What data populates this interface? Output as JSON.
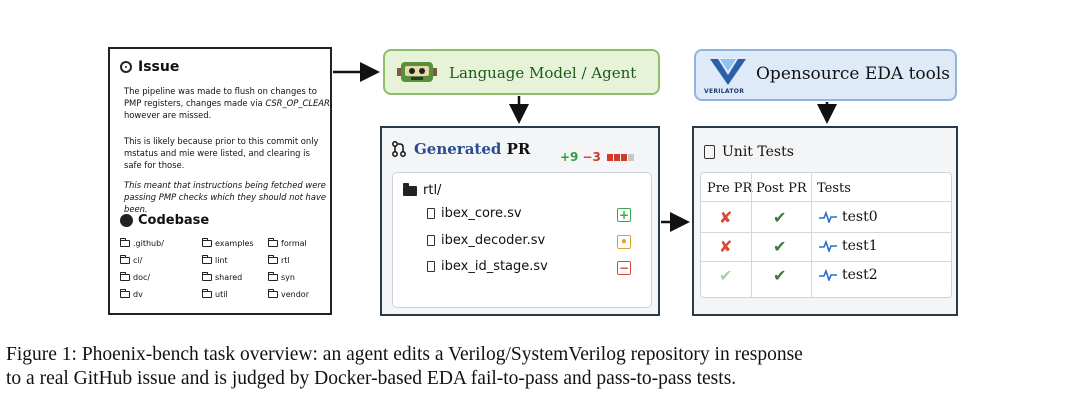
{
  "issue": {
    "title": "Issue",
    "para1_a": "The pipeline was made to flush on changes to PMP registers, changes made via ",
    "para1_em": "CSR_OP_CLEAR",
    "para1_b": " however are missed.",
    "para2": "This is likely because prior to this commit only mstatus and mie were listed, and clearing is safe for those.",
    "para3": "This meant that instructions being fetched were passing PMP checks which they should not have been.",
    "codebase_title": "Codebase",
    "dirs": [
      ".github/",
      "examples",
      "formal",
      "ci/",
      "lint",
      "rtl",
      "doc/",
      "shared",
      "syn",
      "dv",
      "util",
      "vendor"
    ]
  },
  "language_model": {
    "label": "Language Model / Agent"
  },
  "eda": {
    "label": "Opensource EDA tools",
    "logo_text": "VERILATOR"
  },
  "pr": {
    "title_generated": "Generated",
    "title_pr": "PR",
    "additions": "+9",
    "deletions": "−3",
    "folder": "rtl/",
    "files": [
      {
        "name": "ibex_core.sv",
        "status": "added",
        "symbol": "+",
        "color": "#3aa845"
      },
      {
        "name": "ibex_decoder.sv",
        "status": "modified",
        "symbol": "•",
        "color": "#e0a030"
      },
      {
        "name": "ibex_id_stage.sv",
        "status": "deleted",
        "symbol": "−",
        "color": "#d9483b"
      }
    ]
  },
  "unit_tests": {
    "title": "Unit Tests",
    "headers": [
      "Pre PR",
      "Post PR",
      "Tests"
    ],
    "rows": [
      {
        "pre": "✘",
        "post": "✔",
        "test": "test0"
      },
      {
        "pre": "✘",
        "post": "✔",
        "test": "test1"
      },
      {
        "pre": "✔",
        "post": "✔",
        "test": "test2"
      }
    ]
  },
  "caption": {
    "line1": "Figure 1: Phoenix-bench task overview: an agent edits a Verilog/SystemVerilog repository in response",
    "line2": "to a real GitHub issue and is judged by Docker-based EDA fail-to-pass and pass-to-pass tests."
  }
}
